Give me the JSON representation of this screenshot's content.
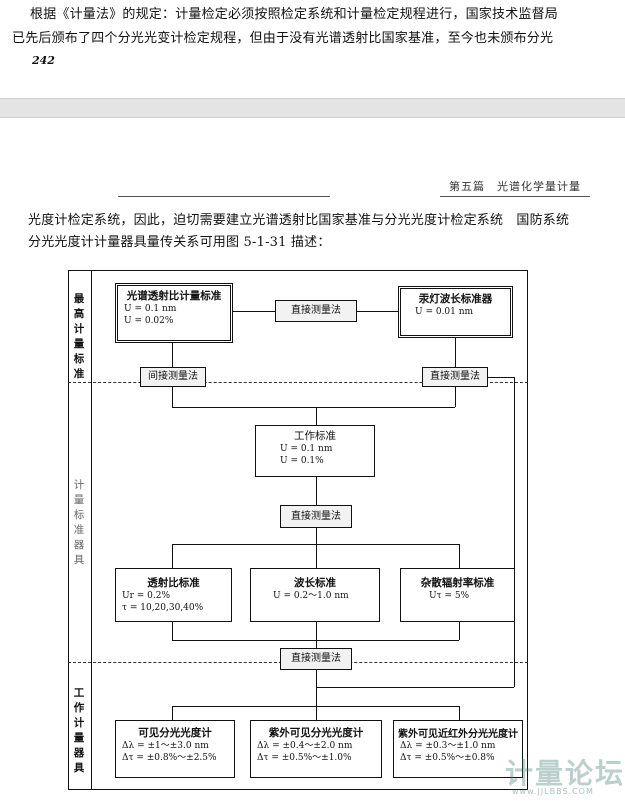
{
  "top_text": {
    "line1": "根据《计量法》的规定：计量检定必须按照检定系统和计量检定规程进行，国家技术监督局",
    "line2": "已先后颁布了四个分光光变计检定规程，但由于没有光谱透射比国家基准，至今也未颁布分光",
    "page_number": "242"
  },
  "running_head": "第五篇　光谱化学量计量",
  "body_text": {
    "line1": "光度计检定系统，因此，迫切需要建立光谱透射比国家基准与分光光度计检定系统　国防系统",
    "line2": "分光光度计计量器具量传关系可用图 5-1-31 描述："
  },
  "diagram": {
    "levels": {
      "top": "最高计量标准",
      "middle": "计量标准器具",
      "bottom": "工作计量器具"
    },
    "std_transmittance": {
      "title": "光谱透射比计量标准",
      "spec1": "U = 0.1 nm",
      "spec2": "U = 0.02%"
    },
    "hg_lamp": {
      "title": "汞灯波长标准器",
      "spec1": "U = 0.01 nm"
    },
    "conn_direct_top": "直接测量法",
    "conn_indirect": "间接测量法",
    "conn_direct_right": "直接测量法",
    "working_std": {
      "title": "工作标准",
      "spec1": "U = 0.1 nm",
      "spec2": "U = 0.1%"
    },
    "conn_direct_mid": "直接测量法",
    "transmittance_std": {
      "title": "透射比标准",
      "spec1": "Ur = 0.2%",
      "spec2": "τ = 10,20,30,40%"
    },
    "wavelength_std": {
      "title": "波长标准",
      "spec1": "U = 0.2～1.0 nm"
    },
    "stray_std": {
      "title": "杂散辐射率标准",
      "spec1": "Uτ = 5%"
    },
    "conn_direct_bottom": "直接测量法",
    "visible": {
      "title": "可见分光光度计",
      "spec1": "Δλ = ±1～±3.0 nm",
      "spec2": "Δτ = ±0.8%～±2.5%"
    },
    "uv_vis": {
      "title": "紫外可见分光光度计",
      "spec1": "Δλ = ±0.4～±2.0 nm",
      "spec2": "Δτ = ±0.5%～±1.0%"
    },
    "uv_vis_nir": {
      "title": "紫外可见近红外分光光度计",
      "spec1": "Δλ = ±0.3～±1.0 nm",
      "spec2": "Δτ = ±0.5%～±0.8%"
    }
  },
  "watermark": {
    "main": "计量论坛",
    "sub": "www.JJLBBS.COM"
  }
}
